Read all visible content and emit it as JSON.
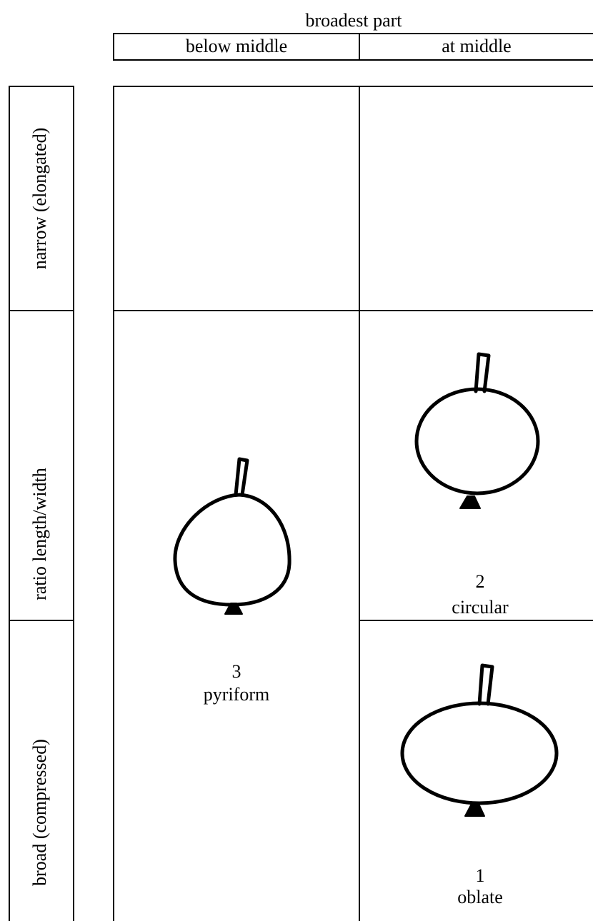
{
  "header": {
    "title": "broadest part",
    "columns": [
      "below middle",
      "at middle"
    ]
  },
  "side": {
    "rows": [
      "narrow (elongated)",
      "ratio length/width",
      "broad (compressed)"
    ]
  },
  "shapes": [
    {
      "number": "3",
      "name": "pyriform"
    },
    {
      "number": "2",
      "name": "circular"
    },
    {
      "number": "1",
      "name": "oblate"
    }
  ]
}
